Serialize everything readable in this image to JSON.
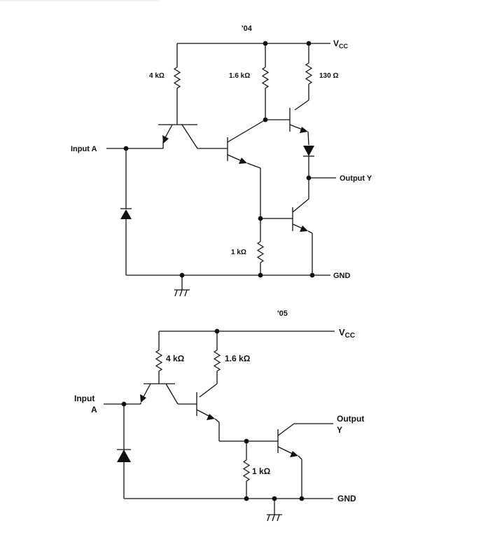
{
  "circuit_04": {
    "title": "'04",
    "vcc_label": "V",
    "vcc_sub": "CC",
    "r1": "4 kΩ",
    "r2": "1.6 kΩ",
    "r3": "130 Ω",
    "r4": "1 kΩ",
    "input_label": "Input A",
    "output_label": "Output Y",
    "gnd_label": "GND"
  },
  "circuit_05": {
    "title": "'05",
    "vcc_label": "V",
    "vcc_sub": "CC",
    "r1": "4 kΩ",
    "r2": "1.6 kΩ",
    "r4": "1 kΩ",
    "input_line1": "Input",
    "input_line2": "A",
    "output_line1": "Output",
    "output_line2": "Y",
    "gnd_label": "GND"
  }
}
